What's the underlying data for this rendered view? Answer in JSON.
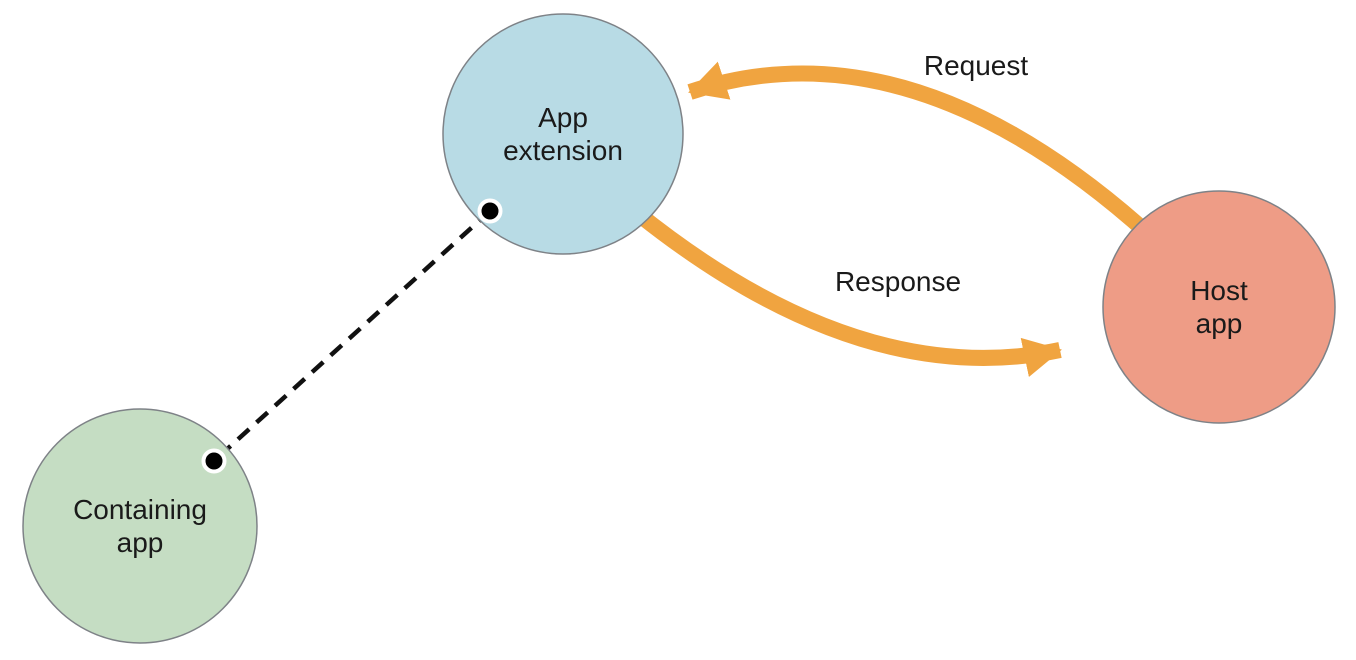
{
  "canvas": {
    "background": "#ffffff"
  },
  "nodes": {
    "extension": {
      "line1": "App",
      "line2": "extension",
      "fill": "#b8dbe5",
      "stroke": "#7e8287"
    },
    "host": {
      "line1": "Host",
      "line2": "app",
      "fill": "#ee9c86",
      "stroke": "#7e8287"
    },
    "containing": {
      "line1": "Containing",
      "line2": "app",
      "fill": "#c5ddc3",
      "stroke": "#7e8287"
    }
  },
  "arrows": {
    "color": "#f0a440",
    "request": {
      "label": "Request"
    },
    "response": {
      "label": "Response"
    }
  },
  "connector": {
    "line_color": "#111111",
    "dot_fill": "#000000",
    "dot_ring": "#ffffff"
  },
  "label_color": "#1a1a1a"
}
